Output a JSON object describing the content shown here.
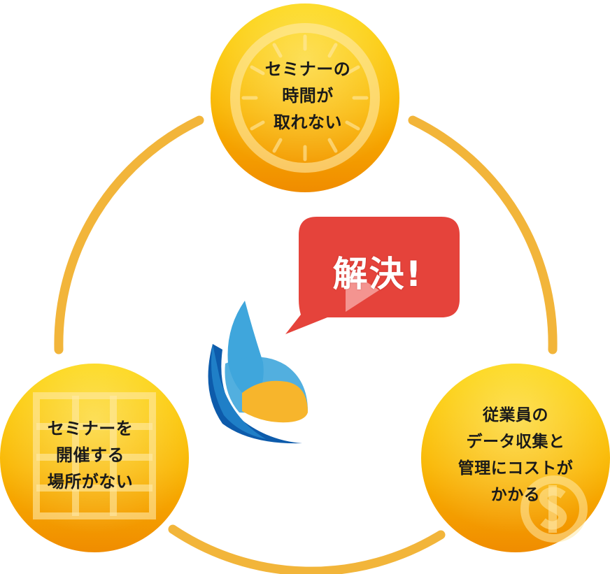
{
  "bubble": {
    "label": "解決!"
  },
  "circles": {
    "top": {
      "lines": [
        "セミナーの",
        "時間が",
        "取れない"
      ]
    },
    "left": {
      "lines": [
        "セミナーを",
        "開催する",
        "場所がない"
      ]
    },
    "right": {
      "lines": [
        "従業員の",
        "データ収集と",
        "管理にコストが",
        "かかる"
      ]
    }
  },
  "colors": {
    "circle_light": "#fcd200",
    "circle_dark": "#f08c00",
    "ring": "#f2b53a",
    "bubble": "#e5433b",
    "logo_light_blue": "#3fa6dc",
    "logo_dark_blue": "#0d5bab",
    "logo_yellow": "#f7b52c"
  },
  "icons": {
    "top": "clock-icon",
    "left": "building-icon",
    "right": "dollar-coin-icon",
    "center": "company-logo",
    "bubble": "play-icon"
  }
}
